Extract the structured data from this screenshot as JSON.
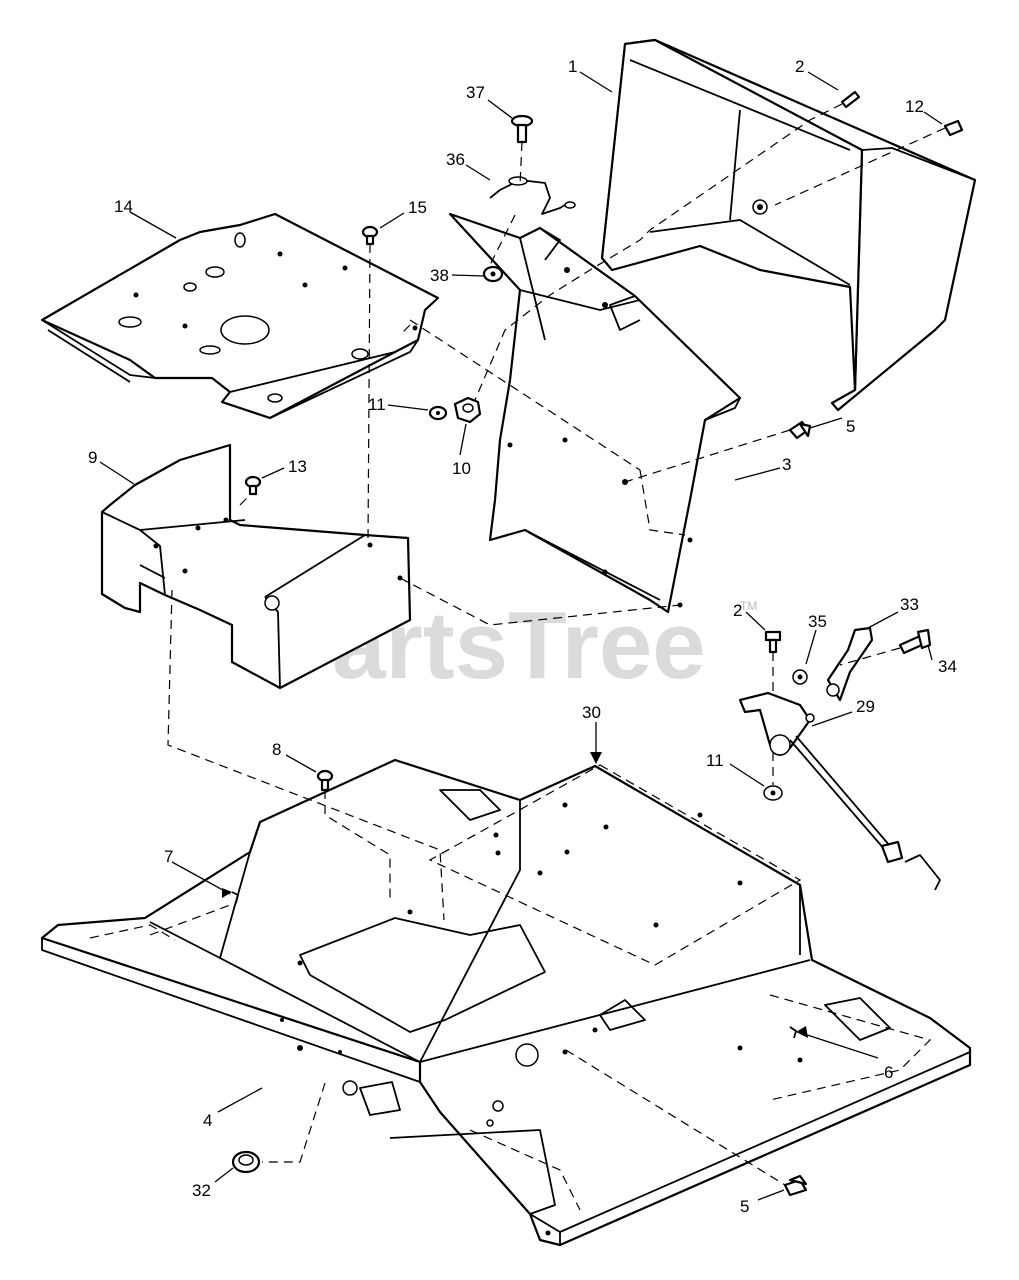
{
  "watermark": {
    "text": "PartsTree",
    "trademark": "TM"
  },
  "callouts": [
    {
      "id": "c1",
      "text": "1"
    },
    {
      "id": "c2a",
      "text": "2"
    },
    {
      "id": "c12",
      "text": "12"
    },
    {
      "id": "c37",
      "text": "37"
    },
    {
      "id": "c36",
      "text": "36"
    },
    {
      "id": "c14",
      "text": "14"
    },
    {
      "id": "c15",
      "text": "15"
    },
    {
      "id": "c38",
      "text": "38"
    },
    {
      "id": "c11a",
      "text": "11"
    },
    {
      "id": "c10",
      "text": "10"
    },
    {
      "id": "c5a",
      "text": "5"
    },
    {
      "id": "c3",
      "text": "3"
    },
    {
      "id": "c9",
      "text": "9"
    },
    {
      "id": "c13",
      "text": "13"
    },
    {
      "id": "c2b",
      "text": "2"
    },
    {
      "id": "c35",
      "text": "35"
    },
    {
      "id": "c33",
      "text": "33"
    },
    {
      "id": "c34",
      "text": "34"
    },
    {
      "id": "c29",
      "text": "29"
    },
    {
      "id": "c30",
      "text": "30"
    },
    {
      "id": "c8",
      "text": "8"
    },
    {
      "id": "c11b",
      "text": "11"
    },
    {
      "id": "c7",
      "text": "7"
    },
    {
      "id": "c4",
      "text": "4"
    },
    {
      "id": "c6",
      "text": "6"
    },
    {
      "id": "c32",
      "text": "32"
    },
    {
      "id": "c5b",
      "text": "5"
    }
  ]
}
